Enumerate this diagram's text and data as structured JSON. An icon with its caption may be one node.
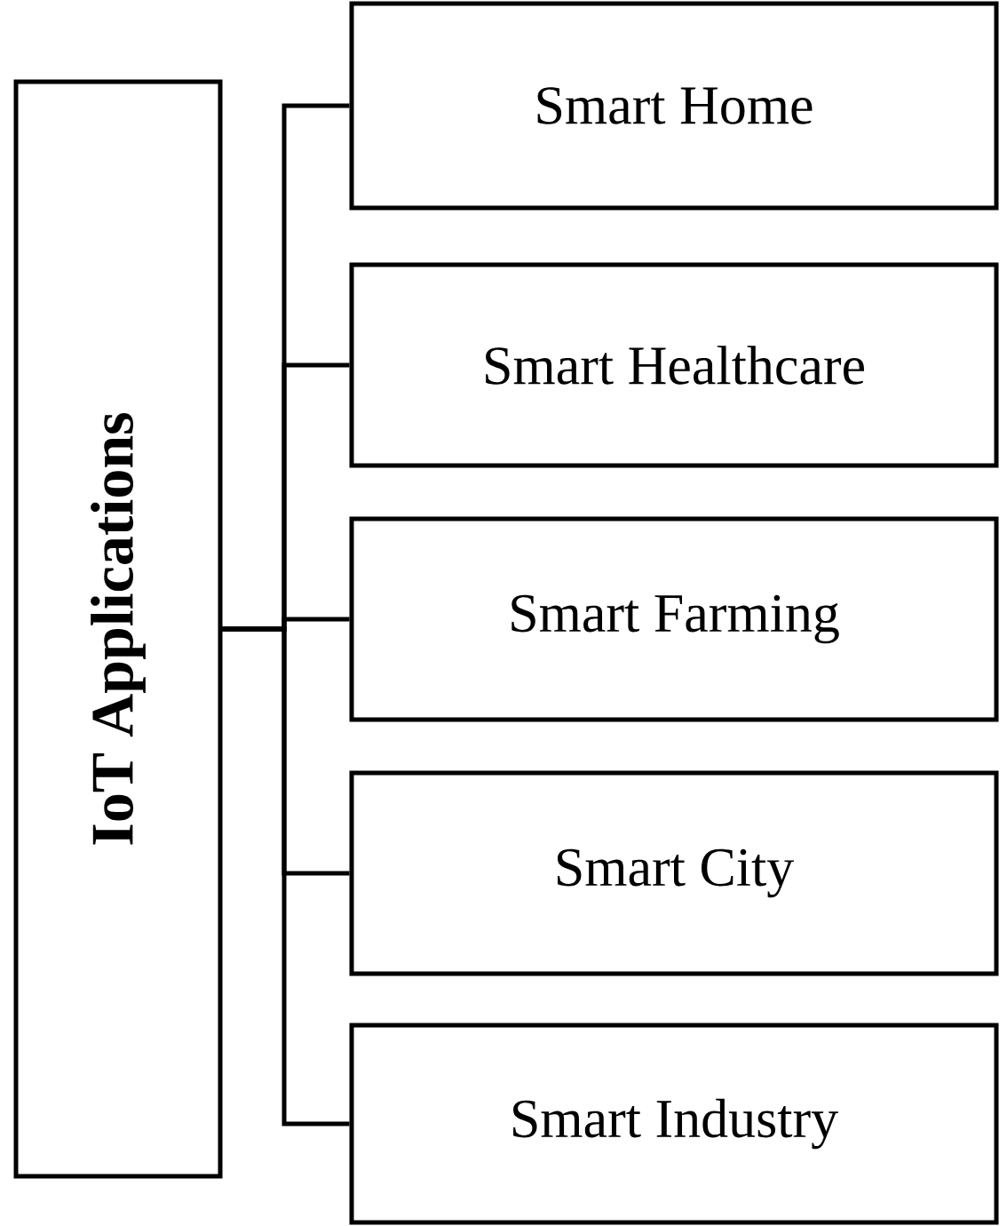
{
  "diagram": {
    "nodes": [
      {
        "text": [
          "IoT Applications"
        ]
      },
      {
        "text": [
          "Smart Home"
        ]
      },
      {
        "text": [
          "Smart Healthcare"
        ]
      },
      {
        "text": [
          "Smart Farming"
        ]
      },
      {
        "text": [
          "Smart City"
        ]
      },
      {
        "text": [
          "Smart Industry"
        ]
      }
    ],
    "edges": [
      {
        "from": 0,
        "to": 1,
        "arrow": "none"
      },
      {
        "from": 0,
        "to": 2,
        "arrow": "none"
      },
      {
        "from": 0,
        "to": 3,
        "arrow": "none"
      },
      {
        "from": 0,
        "to": 4,
        "arrow": "none"
      },
      {
        "from": 0,
        "to": 5,
        "arrow": "none"
      }
    ]
  }
}
